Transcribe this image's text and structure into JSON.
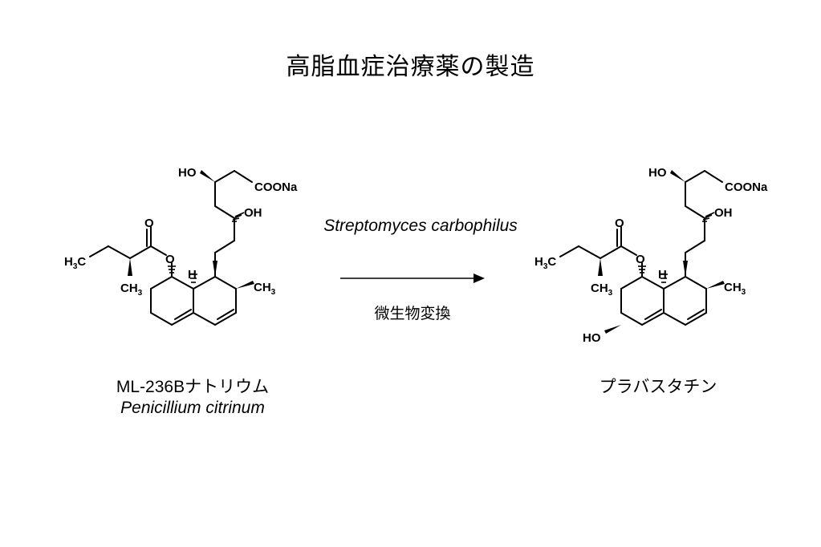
{
  "title": "高脂血症治療薬の製造",
  "reactant": {
    "name": "ML-236Bナトリウム",
    "source": "Penicillium citrinum"
  },
  "product": {
    "name": "プラバスタチン"
  },
  "reaction": {
    "organism": "Streptomyces carbophilus",
    "process": "微生物変換"
  },
  "atoms": {
    "ho": "HO",
    "coona": "COONa",
    "oh": "OH",
    "o": "O",
    "h": "H",
    "c": "C",
    "ch": "CH",
    "h_pre": "H",
    "three": "3"
  }
}
